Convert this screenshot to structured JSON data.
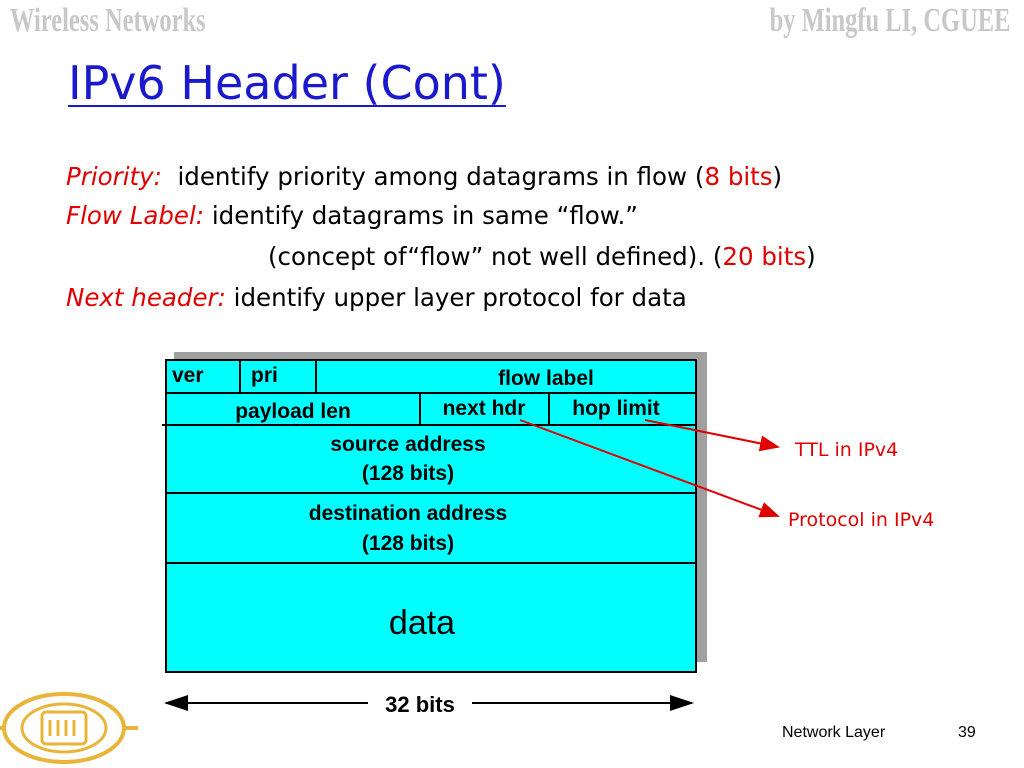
{
  "header": {
    "left": "Wireless Networks",
    "right": "by Mingfu LI, CGUEE"
  },
  "title": "IPv6 Header (Cont)",
  "bullets": [
    {
      "term": "Priority:",
      "text": "identify priority among datagrams in flow (",
      "bits": "8 bits",
      "close": ")"
    },
    {
      "term": "Flow Label:",
      "text": "identify datagrams in same “flow.”"
    },
    {
      "text": "(concept of“flow” not well defined).  (",
      "bits": "20 bits",
      "close": ")"
    },
    {
      "term": "Next header:",
      "text": "identify upper layer protocol for data"
    }
  ],
  "diagram": {
    "fields": {
      "ver": "ver",
      "pri": "pri",
      "flow_label": "flow label",
      "payload_len": "payload len",
      "next_hdr": "next hdr",
      "hop_limit": "hop limit",
      "src_line1": "source address",
      "src_line2": "(128 bits)",
      "dst_line1": "destination address",
      "dst_line2": "(128 bits)",
      "data": "data"
    },
    "width_label": "32 bits",
    "annotations": {
      "ttl": "TTL in IPv4",
      "protocol": "Protocol in IPv4"
    },
    "colors": {
      "fill": "#00ffff",
      "arrow": "#e00000",
      "shadow": "#a0a0a0"
    }
  },
  "footer": {
    "section": "Network Layer",
    "page": "39"
  }
}
